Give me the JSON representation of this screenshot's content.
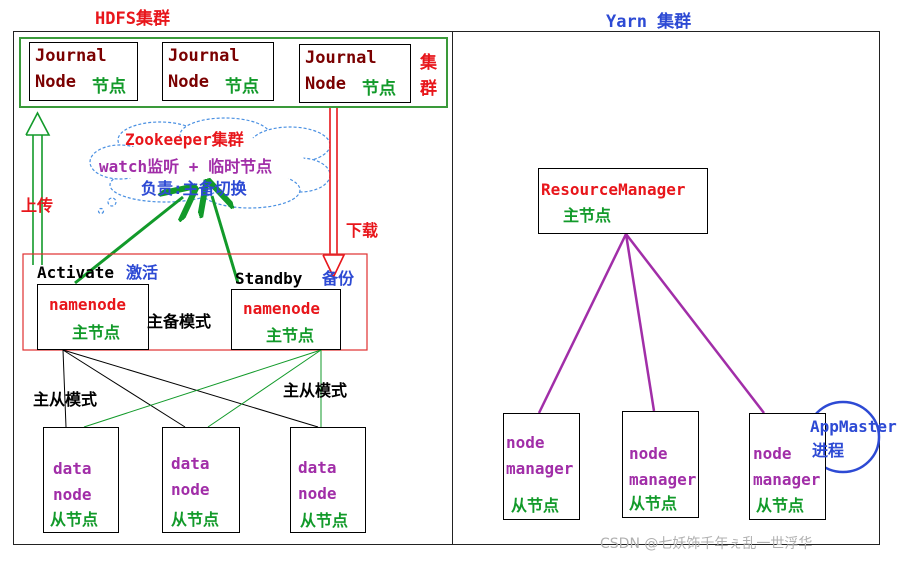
{
  "hdfs": {
    "title": "HDFS集群",
    "journal_nodes": [
      {
        "line1": "Journal",
        "line2": "Node",
        "tag": "节点"
      },
      {
        "line1": "Journal",
        "line2": "Node",
        "tag": "节点"
      },
      {
        "line1": "Journal",
        "line2": "Node",
        "tag": "节点"
      }
    ],
    "cluster_label": "集群",
    "zookeeper": {
      "title": "Zookeeper集群",
      "line1": "watch监听 + 临时节点",
      "line2": "负责:主备切换"
    },
    "upload_label": "上传",
    "download_label": "下载",
    "active": {
      "title": "Activate",
      "title_cn": "激活",
      "name": "namenode",
      "role": "主节点"
    },
    "standby": {
      "title": "Standby",
      "title_cn": "备份",
      "name": "namenode",
      "role": "主节点"
    },
    "ha_mode_label": "主备模式",
    "master_slave_left": "主从模式",
    "master_slave_right": "主从模式",
    "datanodes": [
      {
        "line1": "data",
        "line2": "node",
        "role": "从节点"
      },
      {
        "line1": "data",
        "line2": "node",
        "role": "从节点"
      },
      {
        "line1": "data",
        "line2": "node",
        "role": "从节点"
      }
    ]
  },
  "yarn": {
    "title": "Yarn 集群",
    "resource_manager": {
      "name": "ResourceManager",
      "role": "主节点"
    },
    "node_managers": [
      {
        "line1": "node",
        "line2": "manager",
        "role": "从节点"
      },
      {
        "line1": "node",
        "line2": "manager",
        "role": "从节点"
      },
      {
        "line1": "node",
        "line2": "manager",
        "role": "从节点"
      }
    ],
    "app_master": {
      "line1": "AppMaster",
      "line2": "进程"
    }
  },
  "watermark": "CSDN @七妖饰千年ぇ乱一世浮华",
  "colors": {
    "green": "#129a2a",
    "red": "#e8161b",
    "purple": "#a12ea8",
    "blue": "#2d4ad4",
    "dark_red": "#7a0000"
  }
}
